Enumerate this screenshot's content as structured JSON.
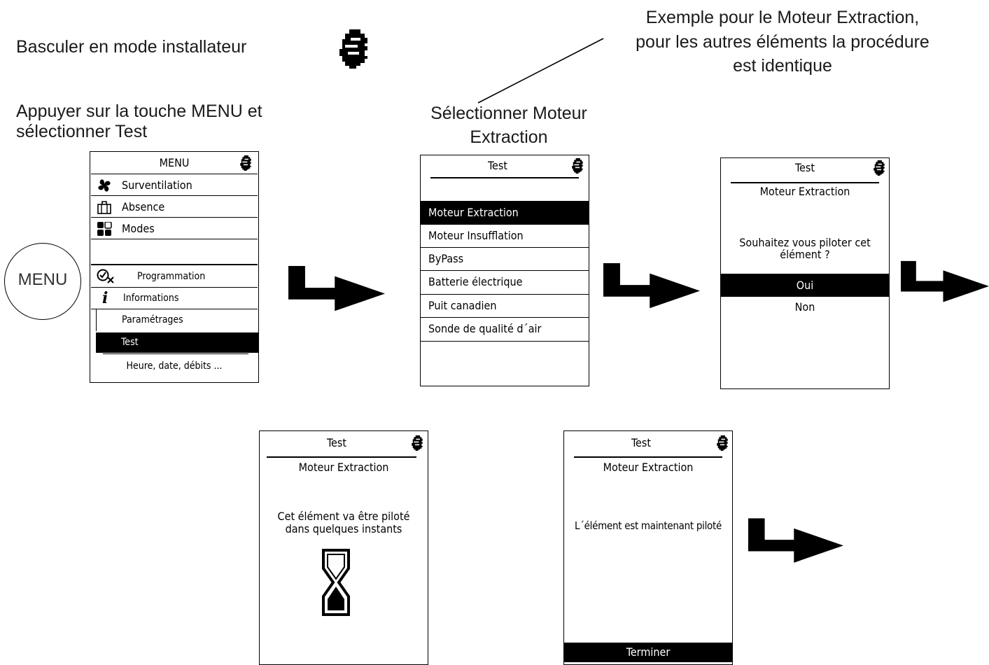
{
  "captions": {
    "installer_mode": "Basculer en mode installateur",
    "menu_instruction_line1": "Appuyer sur la touche MENU et",
    "menu_instruction_line2": "sélectionner Test",
    "select_line1": "Sélectionner Moteur",
    "select_line2": "Extraction",
    "example_line1": "Exemple pour le Moteur Extraction,",
    "example_line2": "pour les autres éléments la procédure",
    "example_line3": "est identique"
  },
  "menu_button": {
    "label": "MENU"
  },
  "screen_menu": {
    "title": "MENU",
    "items": [
      {
        "label": "Surventilation",
        "icon": "fan-icon"
      },
      {
        "label": "Absence",
        "icon": "suitcase-icon"
      },
      {
        "label": "Modes",
        "icon": "modes-grid-icon"
      },
      {
        "label": "",
        "icon": ""
      },
      {
        "label": "Programmation",
        "icon": "clock-x-icon"
      },
      {
        "label": "Informations",
        "icon": "info-icon"
      },
      {
        "label": "Paramétrages",
        "icon": ""
      },
      {
        "label": "Test",
        "icon": "",
        "selected": true
      },
      {
        "label": "Heure, date, débits ...",
        "icon": ""
      }
    ]
  },
  "screen_test_list": {
    "title": "Test",
    "items": [
      {
        "label": "Moteur Extraction",
        "selected": true
      },
      {
        "label": "Moteur Insufflation"
      },
      {
        "label": "ByPass"
      },
      {
        "label": "Batterie électrique"
      },
      {
        "label": "Puit canadien"
      },
      {
        "label": "Sonde de qualité d´air"
      }
    ]
  },
  "screen_confirm": {
    "title": "Test",
    "subtitle": "Moteur Extraction",
    "question_line1": "Souhaitez vous piloter cet",
    "question_line2": "élément ?",
    "options": [
      {
        "label": "Oui",
        "selected": true
      },
      {
        "label": "Non"
      }
    ]
  },
  "screen_wait": {
    "title": "Test",
    "subtitle": "Moteur Extraction",
    "message_line1": "Cet élément va être piloté",
    "message_line2": "dans quelques instants",
    "icon": "hourglass-icon"
  },
  "screen_done": {
    "title": "Test",
    "subtitle": "Moteur Extraction",
    "message": "L´élément est maintenant piloté",
    "action": "Terminer"
  },
  "icons": {
    "installer": "installer-head-icon",
    "arrow": "flow-arrow-icon"
  },
  "colors": {
    "foreground": "#000000",
    "background": "#ffffff",
    "caption": "#1a1a1a"
  }
}
